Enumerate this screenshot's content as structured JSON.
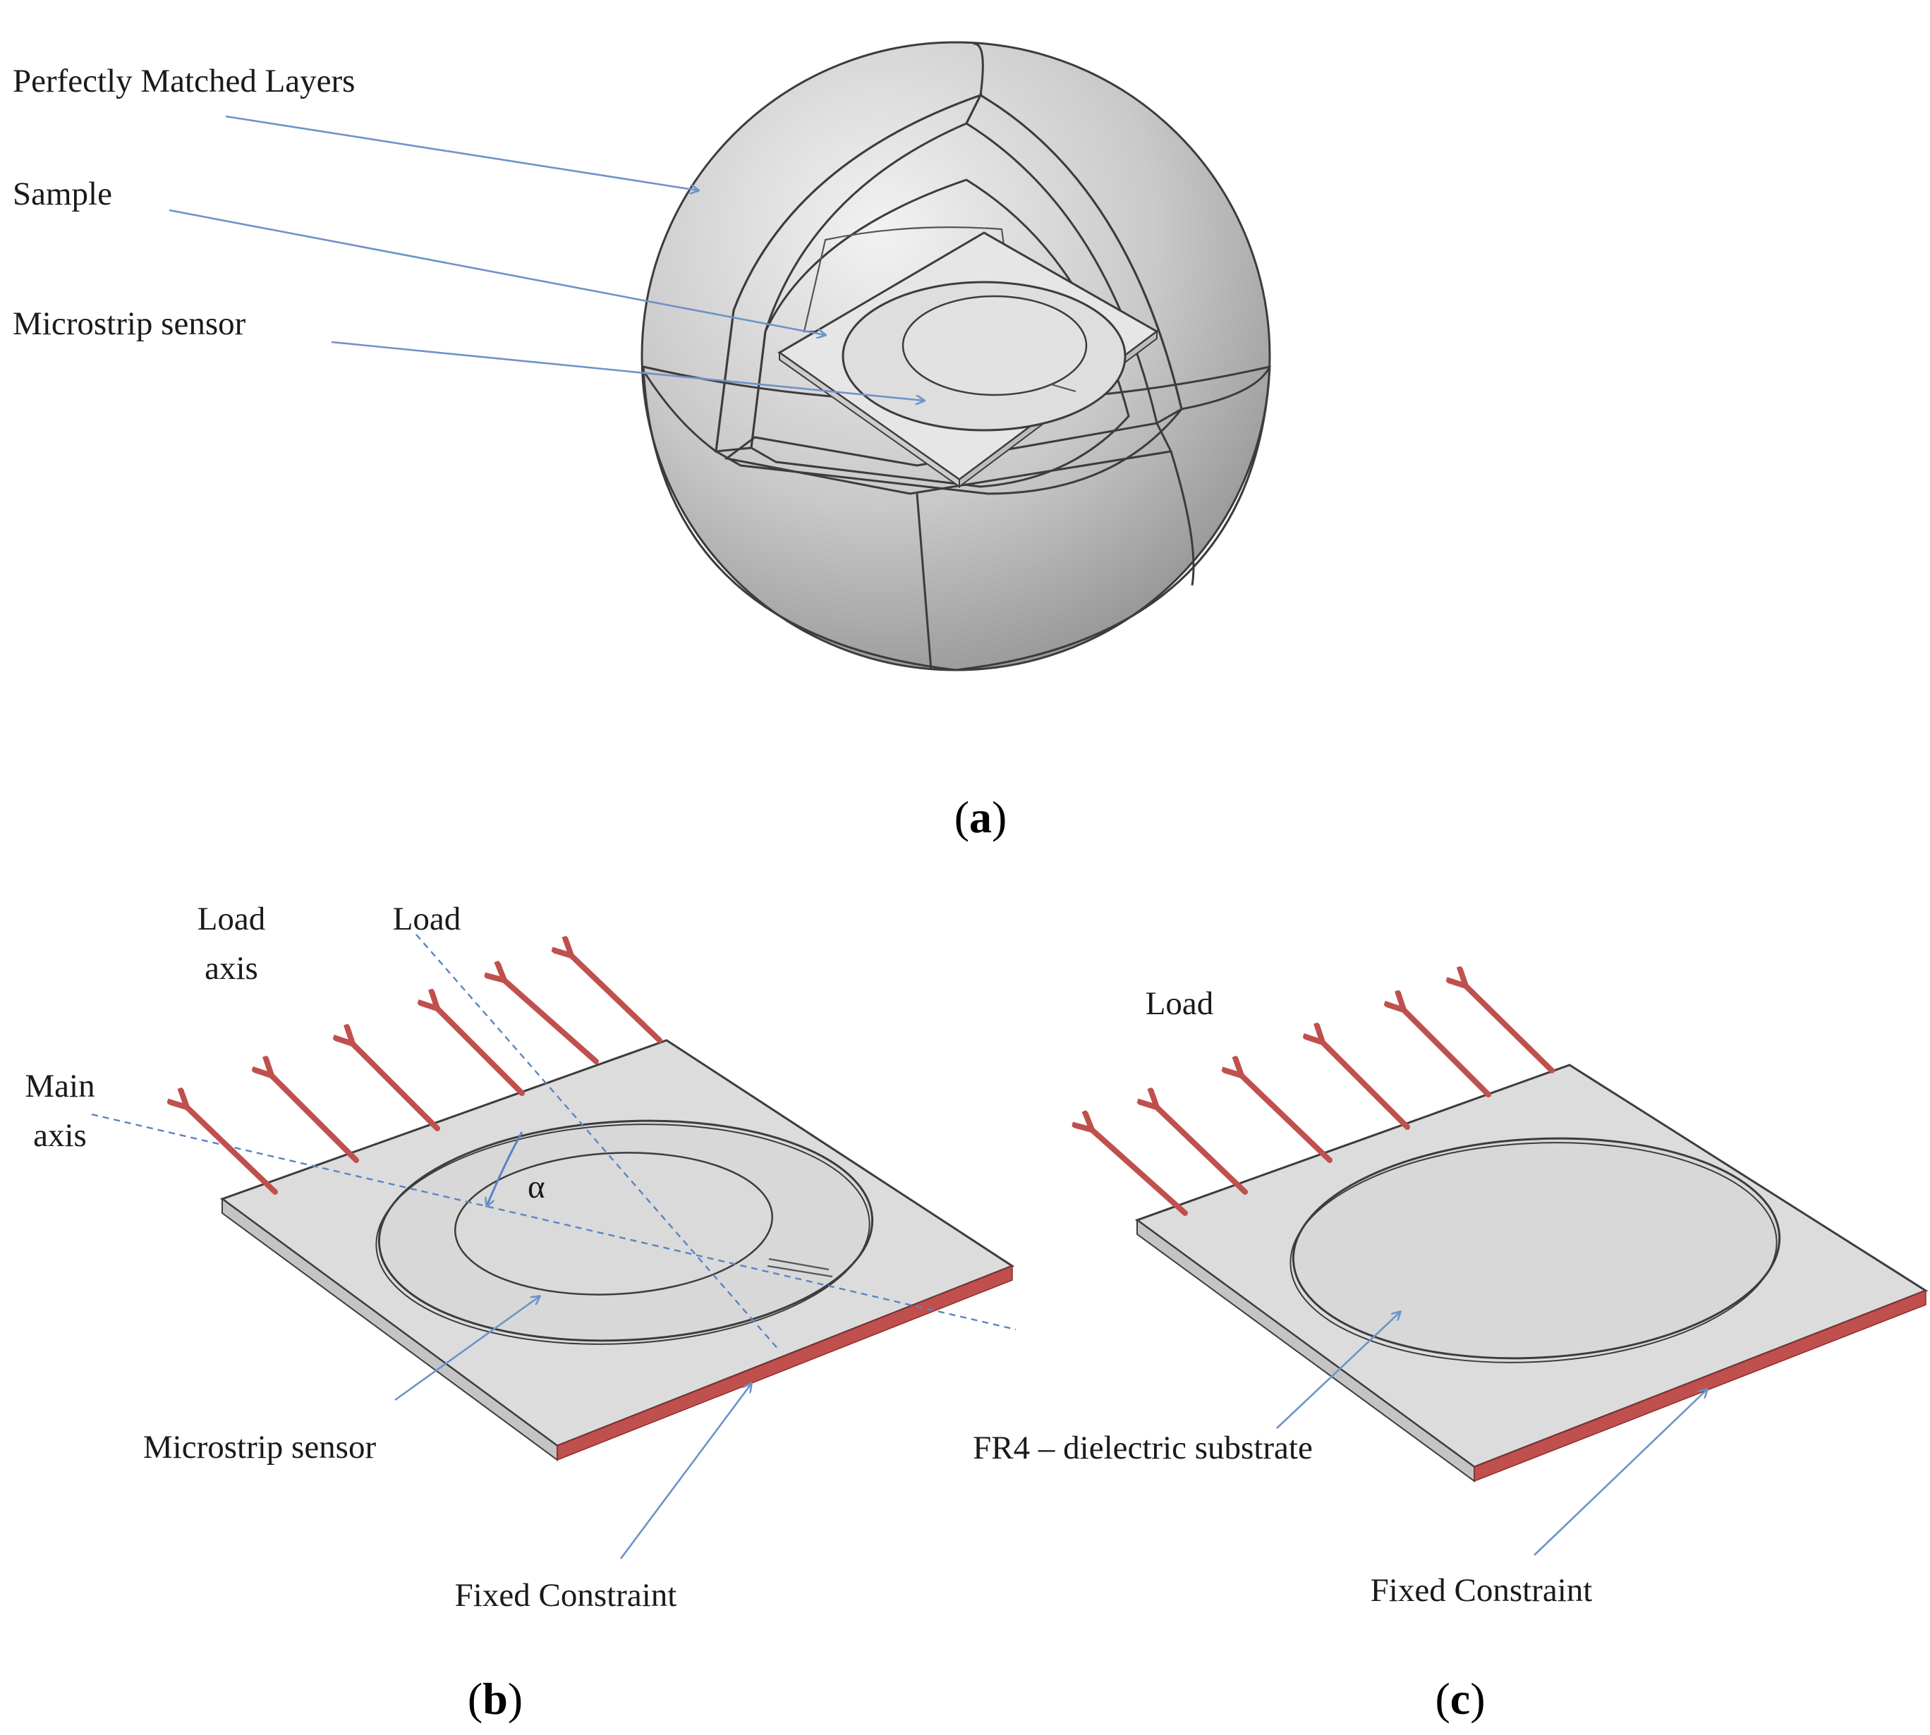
{
  "panel_a": {
    "labels": {
      "pml": "Perfectly Matched Layers",
      "sample": "Sample",
      "sensor": "Microstrip sensor"
    },
    "caption_letter": "a"
  },
  "panel_b": {
    "labels": {
      "load_axis_line1": "Load",
      "load_axis_line2": "axis",
      "load": "Load",
      "main_axis_line1": "Main",
      "main_axis_line2": "axis",
      "angle": "α",
      "sensor": "Microstrip sensor",
      "fixed": "Fixed Constraint"
    },
    "caption_letter": "b"
  },
  "panel_c": {
    "labels": {
      "load": "Load",
      "substrate": "FR4 – dielectric substrate",
      "fixed": "Fixed Constraint"
    },
    "caption_letter": "c"
  },
  "colors": {
    "force_arrow": "#c0504d",
    "fixed_edge": "#c0504d",
    "leader_line": "#6d93c9",
    "substrate_top": "#dcdcdc",
    "sphere": "#c8c8c8"
  },
  "icons": {
    "force": "red-arrow-icon",
    "leader": "blue-arrow-icon"
  }
}
